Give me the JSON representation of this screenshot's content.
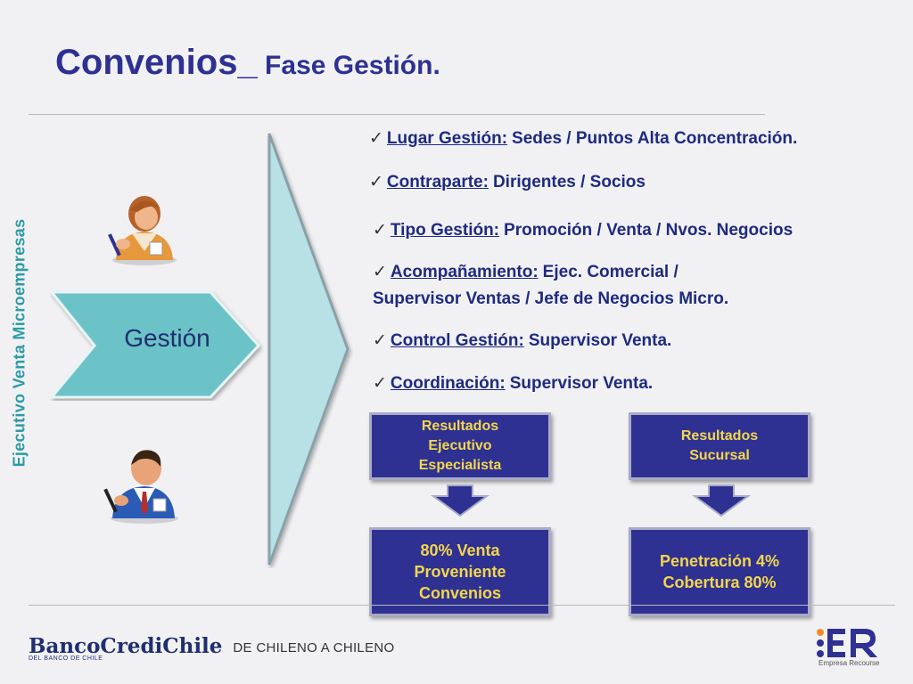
{
  "title": {
    "main": "Convenios_",
    "sub": " Fase Gestión."
  },
  "side_label": "Ejecutivo Venta Microempresas",
  "chevron_label": "Gestión",
  "bullets": [
    {
      "key": "Lugar Gestión:",
      "value": "Sedes / Puntos Alta Concentración."
    },
    {
      "key": "Contraparte:",
      "value": "Dirigentes / Socios"
    },
    {
      "key": "Tipo Gestión:",
      "value": "Promoción / Venta / Nvos. Negocios"
    },
    {
      "key": "Acompañamiento:",
      "value": "Ejec. Comercial /",
      "value2": "Supervisor Ventas / Jefe de Negocios Micro."
    },
    {
      "key": "Control Gestión:",
      "value": "Supervisor Venta."
    },
    {
      "key": "Coordinación:",
      "value": "Supervisor Venta."
    }
  ],
  "boxes": {
    "res_exec": [
      "Resultados",
      "Ejecutivo",
      "Especialista"
    ],
    "res_suc": [
      "Resultados",
      "Sucursal"
    ],
    "venta": [
      "80% Venta",
      "Proveniente",
      "Convenios"
    ],
    "penetracion": [
      "Penetración 4%",
      "Cobertura 80%"
    ]
  },
  "footer": {
    "bank_name": "BancoCrediChile",
    "bank_sub": "DEL BANCO DE CHILE",
    "slogan": "DE CHILENO A CHILENO",
    "er_sub": "Empresa Recourse"
  },
  "colors": {
    "title": "#2e3192",
    "side_label": "#2d9aa7",
    "chevron_fill": "#6cc3c7",
    "big_arrow_fill": "#b7e1e4",
    "box_fill": "#2e3192",
    "box_text": "#f4d64d"
  },
  "icons": [
    "woman-avatar-icon",
    "man-avatar-icon",
    "checkmark-icon",
    "down-arrow-icon",
    "er-logo"
  ]
}
